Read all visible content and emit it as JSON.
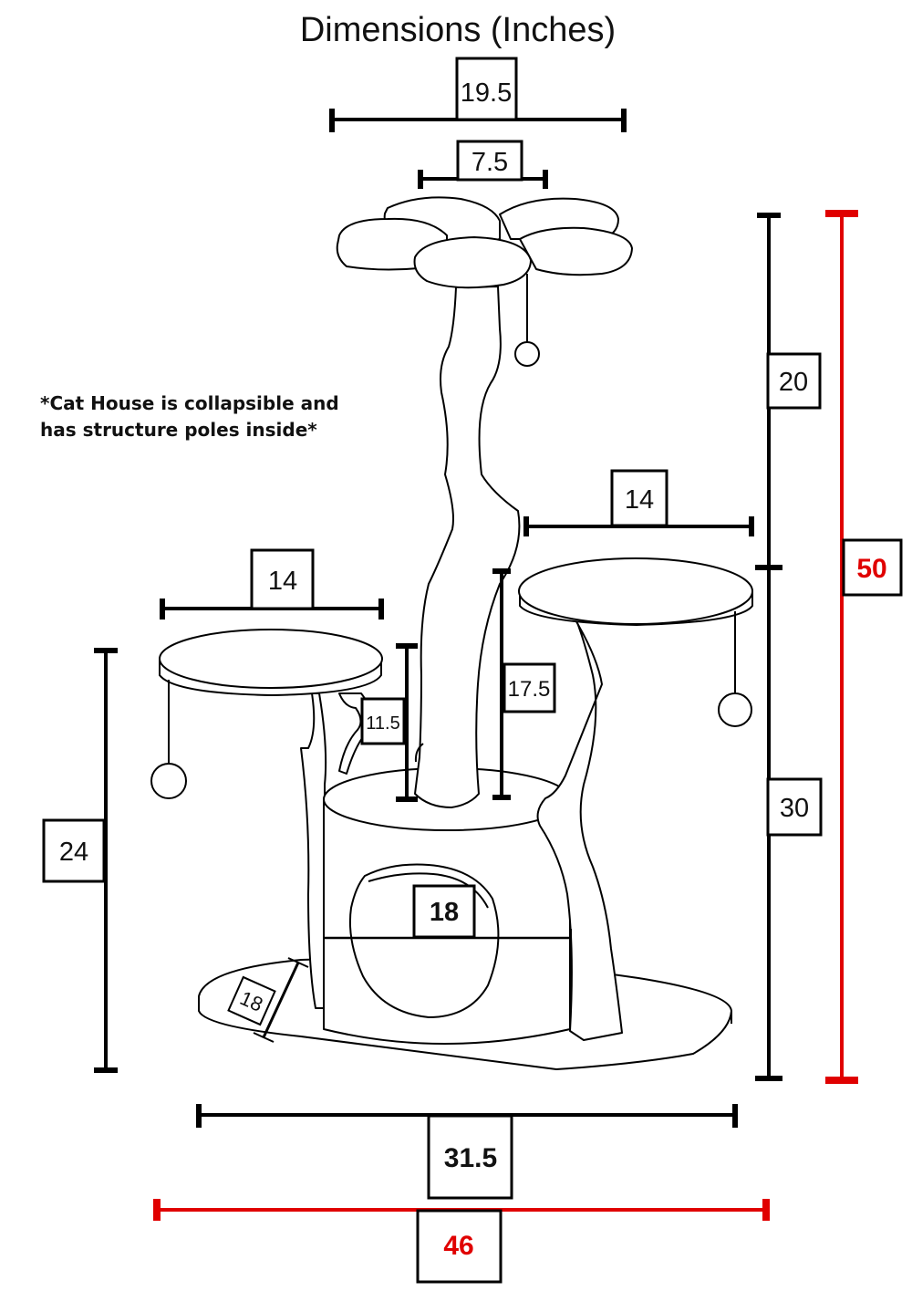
{
  "title": "Dimensions (Inches)",
  "note": {
    "line1": "*Cat House is collapsible and",
    "line2": "has structure poles inside*"
  },
  "dimensions": {
    "top_perch_outer_width": "19.5",
    "top_perch_inner_width": "7.5",
    "right_platform_width": "14",
    "left_platform_width": "14",
    "left_platform_to_house": "11.5",
    "right_platform_to_house": "17.5",
    "top_section_height": "20",
    "lower_section_height": "30",
    "total_height": "50",
    "left_platform_height": "24",
    "house_opening": "18",
    "base_depth": "18",
    "base_width": "31.5",
    "total_width": "46"
  },
  "colors": {
    "line": "#000000",
    "highlight": "#e00000"
  }
}
